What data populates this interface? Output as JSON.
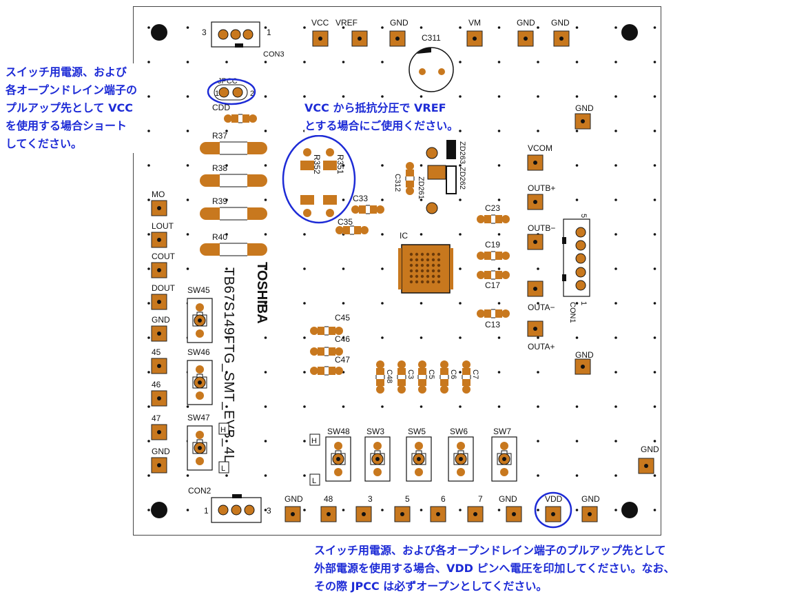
{
  "board": {
    "title": "TB67S149FTG_SMT_EVB_4L",
    "brand": "TOSHIBA",
    "top_connector": {
      "name": "CON3",
      "pin_left": "3",
      "pin_right": "1"
    },
    "bottom_connector": {
      "name": "CON2",
      "pin_left": "1",
      "pin_right": "3"
    },
    "right_connector": {
      "name": "CON1",
      "pin_top": "5",
      "pin_bottom": "1"
    },
    "jumper": {
      "name": "JPCC",
      "pin1": "1",
      "pin2": "2"
    },
    "ic_label": "IC",
    "top_pins": [
      "VCC",
      "VREF",
      "GND",
      "VM",
      "GND",
      "GND"
    ],
    "left_pins": [
      "MO",
      "LOUT",
      "COUT",
      "DOUT",
      "GND",
      "45",
      "46",
      "47",
      "GND"
    ],
    "right_pins": [
      "GND",
      "VCOM",
      "OUTB+",
      "OUTB−",
      "OUTA−",
      "OUTA+",
      "GND",
      "GND"
    ],
    "bottom_pins": [
      "GND",
      "48",
      "3",
      "5",
      "6",
      "7",
      "GND",
      "VDD",
      "GND"
    ],
    "resistors": [
      "R37",
      "R38",
      "R39",
      "R40",
      "R352",
      "R351"
    ],
    "capacitors": [
      "C311",
      "CDD",
      "C312",
      "C33",
      "C35",
      "C23",
      "C19",
      "C17",
      "C13",
      "C45",
      "C46",
      "C47",
      "C48",
      "C3",
      "C5",
      "C6",
      "C7"
    ],
    "zener_diodes": [
      "ZD263",
      "ZD262",
      "ZD261"
    ],
    "left_switches": [
      "SW45",
      "SW46",
      "SW47"
    ],
    "bottom_switches": [
      "SW48",
      "SW3",
      "SW5",
      "SW6",
      "SW7"
    ],
    "level_high": "H",
    "level_low": "L"
  },
  "annotations": {
    "jpcc_note": [
      "スイッチ用電源、および",
      "各オープンドレイン端子の",
      "プルアップ先として VCC",
      "を使用する場合ショート",
      "してください。"
    ],
    "vref_note": [
      "VCC から抵抗分圧で VREF",
      "とする場合にご使用ください。"
    ],
    "vdd_note": [
      "スイッチ用電源、および各オープンドレイン端子のプルアップ先として",
      "外部電源を使用する場合、VDD ピンへ電圧を印加してください。なお、",
      "その際 JPCC は必ずオープンとしてください。"
    ]
  },
  "colors": {
    "copper": "#c8781e",
    "highlight": "#1d2bd6",
    "ink": "#111111"
  }
}
